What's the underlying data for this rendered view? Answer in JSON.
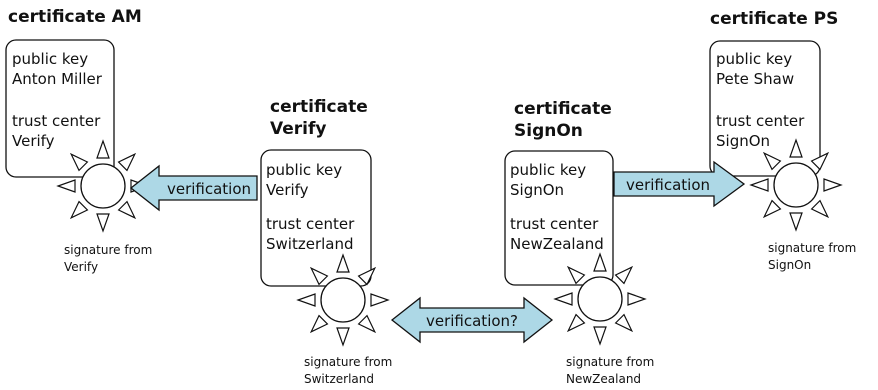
{
  "certificates": {
    "am": {
      "title": "certificate AM",
      "key_label": "public key",
      "key_owner": "Anton Miller",
      "tc_label": "trust center",
      "tc_name": "Verify"
    },
    "verify": {
      "title_line1": "certificate",
      "title_line2": "Verify",
      "key_label": "public key",
      "key_owner": "Verify",
      "tc_label": "trust center",
      "tc_name": "Switzerland"
    },
    "signon": {
      "title_line1": "certificate",
      "title_line2": "SignOn",
      "key_label": "public key",
      "key_owner": "SignOn",
      "tc_label": "trust center",
      "tc_name": "NewZealand"
    },
    "ps": {
      "title": "certificate PS",
      "key_label": "public key",
      "key_owner": "Pete Shaw",
      "tc_label": "trust center",
      "tc_name": "SignOn"
    }
  },
  "signatures": {
    "verify": {
      "line1": "signature from",
      "line2": "Verify"
    },
    "switzerland": {
      "line1": "signature from",
      "line2": "Switzerland"
    },
    "newzealand": {
      "line1": "signature from",
      "line2": "NewZealand"
    },
    "signon": {
      "line1": "signature from",
      "line2": "SignOn"
    }
  },
  "arrows": {
    "left": {
      "label": "verification"
    },
    "right": {
      "label": "verification"
    },
    "middle": {
      "label": "verification?"
    }
  },
  "colors": {
    "arrow_fill": "#add8e6",
    "stroke": "#111111",
    "background": "#ffffff"
  }
}
